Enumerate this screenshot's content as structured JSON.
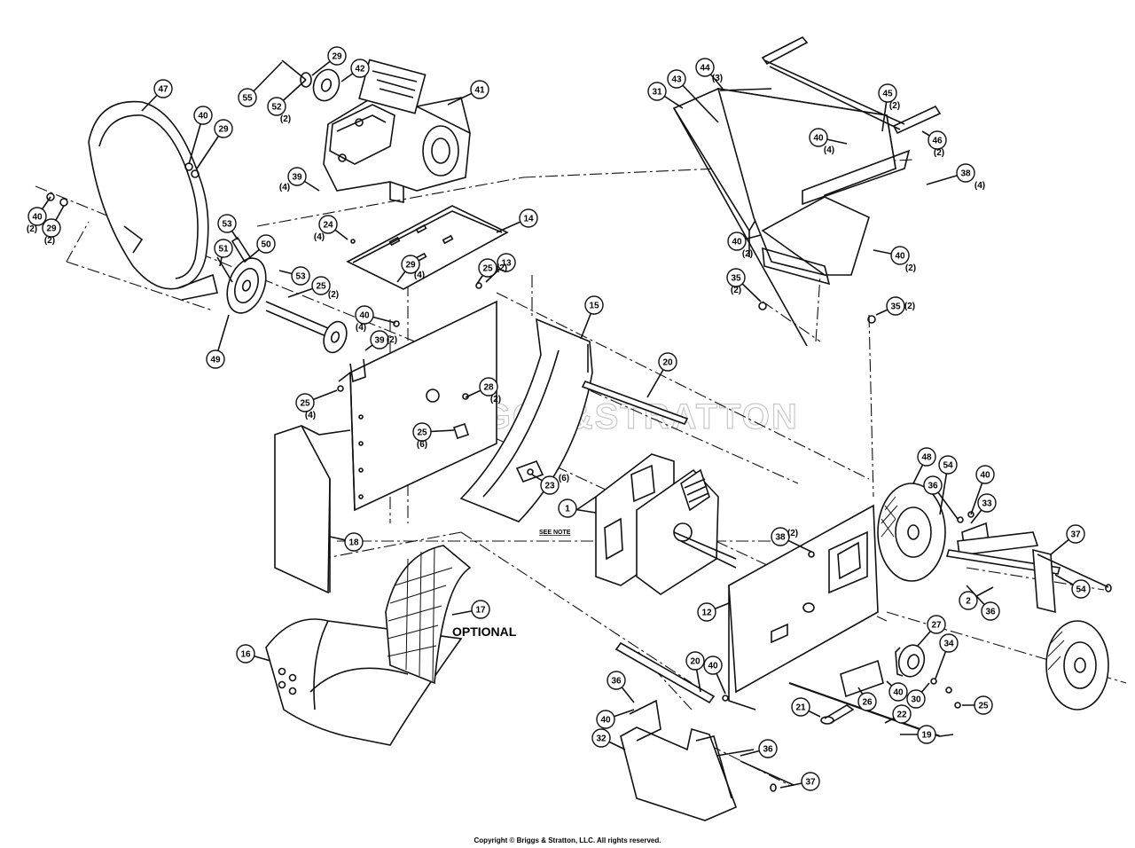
{
  "watermark": "BRIGGS&STRATTON",
  "note_label": "SEE NOTE",
  "optional_label": "OPTIONAL",
  "copyright": "Copyright © Briggs & Stratton, LLC. All rights reserved.",
  "callouts": [
    {
      "id": "1"
    },
    {
      "id": "2"
    },
    {
      "id": "12"
    },
    {
      "id": "13"
    },
    {
      "id": "14"
    },
    {
      "id": "15"
    },
    {
      "id": "16"
    },
    {
      "id": "17"
    },
    {
      "id": "18"
    },
    {
      "id": "19"
    },
    {
      "id": "20"
    },
    {
      "id": "20"
    },
    {
      "id": "21"
    },
    {
      "id": "22"
    },
    {
      "id": "23",
      "qty": "(6)"
    },
    {
      "id": "24",
      "qty": "(4)"
    },
    {
      "id": "25",
      "qty": "(2)"
    },
    {
      "id": "25",
      "qty": "(2)"
    },
    {
      "id": "25",
      "qty": "(4)"
    },
    {
      "id": "25",
      "qty": "(6)"
    },
    {
      "id": "25"
    },
    {
      "id": "26"
    },
    {
      "id": "27"
    },
    {
      "id": "28",
      "qty": "(2)"
    },
    {
      "id": "29"
    },
    {
      "id": "29",
      "qty": "(2)"
    },
    {
      "id": "29",
      "qty": "(4)"
    },
    {
      "id": "29"
    },
    {
      "id": "30"
    },
    {
      "id": "31"
    },
    {
      "id": "32"
    },
    {
      "id": "33"
    },
    {
      "id": "34"
    },
    {
      "id": "35",
      "qty": "(2)"
    },
    {
      "id": "35",
      "qty": "(2)"
    },
    {
      "id": "36"
    },
    {
      "id": "36"
    },
    {
      "id": "36"
    },
    {
      "id": "36"
    },
    {
      "id": "37"
    },
    {
      "id": "37"
    },
    {
      "id": "38",
      "qty": "(2)"
    },
    {
      "id": "38",
      "qty": "(4)"
    },
    {
      "id": "39",
      "qty": "(4)"
    },
    {
      "id": "39",
      "qty": "(2)"
    },
    {
      "id": "40",
      "qty": "(2)"
    },
    {
      "id": "40"
    },
    {
      "id": "40",
      "qty": "(4)"
    },
    {
      "id": "40",
      "qty": "(4)"
    },
    {
      "id": "40",
      "qty": "(2)"
    },
    {
      "id": "40",
      "qty": "(2)"
    },
    {
      "id": "40"
    },
    {
      "id": "40"
    },
    {
      "id": "40"
    },
    {
      "id": "40"
    },
    {
      "id": "41"
    },
    {
      "id": "42"
    },
    {
      "id": "43"
    },
    {
      "id": "44",
      "qty": "(3)"
    },
    {
      "id": "45",
      "qty": "(2)"
    },
    {
      "id": "46",
      "qty": "(2)"
    },
    {
      "id": "47"
    },
    {
      "id": "48"
    },
    {
      "id": "49"
    },
    {
      "id": "50"
    },
    {
      "id": "51"
    },
    {
      "id": "52",
      "qty": "(2)"
    },
    {
      "id": "53"
    },
    {
      "id": "53"
    },
    {
      "id": "54"
    },
    {
      "id": "54"
    },
    {
      "id": "55"
    }
  ]
}
